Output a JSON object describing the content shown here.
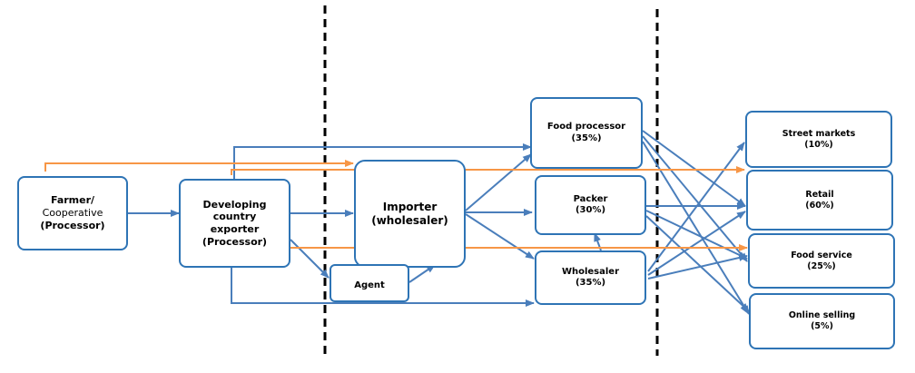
{
  "colors": {
    "box_border": "#2e74b5",
    "blue_flow": "#4a7ebb",
    "orange_flow": "#f79646",
    "divider": "#000000"
  },
  "nodes": {
    "farmer": {
      "line1": "Farmer/",
      "line2": "Cooperative",
      "line3": "(Processor)"
    },
    "exporter": {
      "line1": "Developing",
      "line2": "country",
      "line3": "exporter",
      "line4": "(Processor)"
    },
    "importer": {
      "line1": "Importer",
      "line2": "(wholesaler)"
    },
    "agent": {
      "label": "Agent"
    },
    "food_processor": {
      "label": "Food processor",
      "share": "(35%)"
    },
    "packer": {
      "label": "Packer",
      "share": "(30%)"
    },
    "wholesaler": {
      "label": "Wholesaler",
      "share": "(35%)"
    },
    "street_markets": {
      "label": "Street markets",
      "share": "(10%)"
    },
    "retail": {
      "label": "Retail",
      "share": "(60%)"
    },
    "food_service": {
      "label": "Food service",
      "share": "(25%)"
    },
    "online_selling": {
      "label": "Online selling",
      "share": "(5%)"
    }
  }
}
